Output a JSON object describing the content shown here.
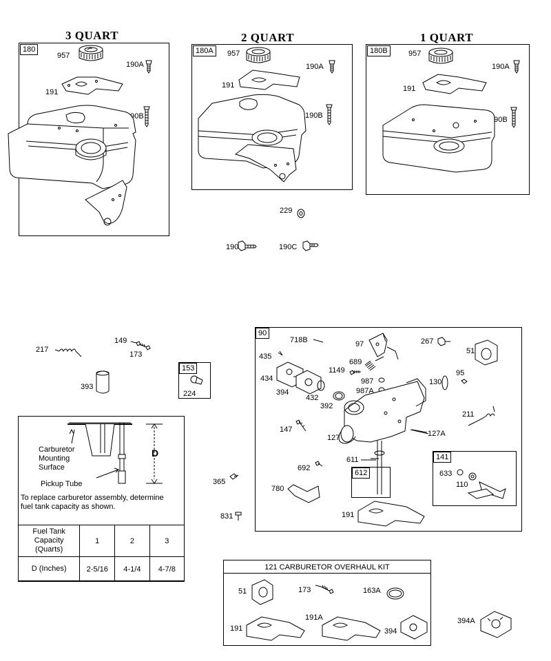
{
  "sections": {
    "q3": {
      "title": "3 QUART",
      "tag": "180",
      "parts": [
        "957",
        "190A",
        "191",
        "190B"
      ]
    },
    "q2": {
      "title": "2 QUART",
      "tag": "180A",
      "parts": [
        "957",
        "190A",
        "191",
        "190B"
      ]
    },
    "q1": {
      "title": "1 QUART",
      "tag": "180B",
      "parts": [
        "957",
        "190A",
        "191",
        "190B"
      ]
    }
  },
  "loose_parts": {
    "p229": "229",
    "p190": "190",
    "p190c": "190C",
    "p217": "217",
    "p149": "149",
    "p173": "173",
    "p393": "393",
    "p365": "365",
    "p831": "831"
  },
  "box153": {
    "tag": "153",
    "part": "224"
  },
  "carb_box": {
    "tag": "90",
    "parts": {
      "p718b": "718B",
      "p97": "97",
      "p267": "267",
      "p51": "51",
      "p435": "435",
      "p689": "689",
      "p1149": "1149",
      "p987": "987",
      "p987a": "987A",
      "p434": "434",
      "p394": "394",
      "p432": "432",
      "p392": "392",
      "p130": "130",
      "p95": "95",
      "p211": "211",
      "p147": "147",
      "p127": "127",
      "p127a": "127A",
      "p611": "611",
      "p692": "692",
      "p780": "780",
      "p191": "191"
    },
    "sub612": {
      "tag": "612"
    },
    "sub141": {
      "tag": "141",
      "parts": [
        "633",
        "110"
      ]
    }
  },
  "fuel_table": {
    "diagram_labels": {
      "surface": "Carburetor\nMounting\nSurface",
      "pickup": "Pickup Tube",
      "dim": "D"
    },
    "note": "To replace carburetor assembly, determine fuel tank capacity as shown.",
    "row_head_1": "Fuel Tank Capacity (Quarts)",
    "capacities": [
      "1",
      "2",
      "3"
    ],
    "row_head_2": "D (Inches)",
    "d_values": [
      "2-5/16",
      "4-1/4",
      "4-7/8"
    ]
  },
  "kit": {
    "title": "121 CARBURETOR OVERHAUL KIT",
    "parts": {
      "p51": "51",
      "p173": "173",
      "p163a": "163A",
      "p191": "191",
      "p191a": "191A",
      "p394": "394"
    }
  },
  "outside_394a": "394A"
}
